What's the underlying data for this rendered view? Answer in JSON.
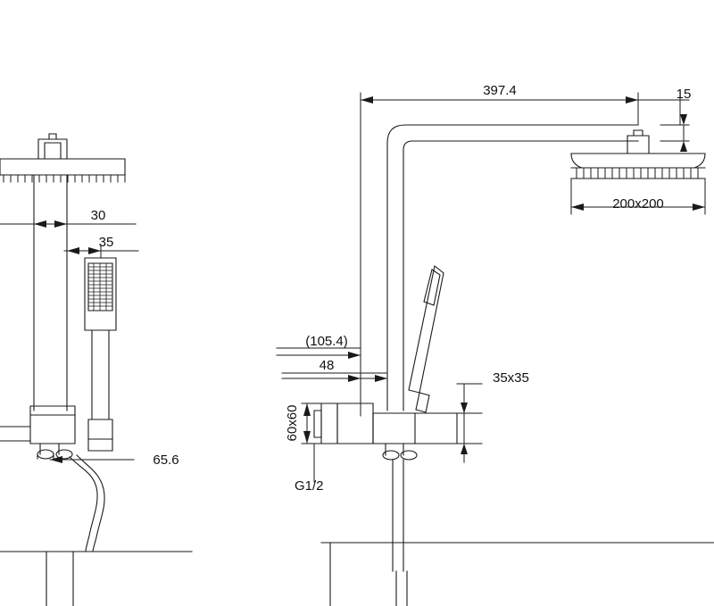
{
  "drawing": {
    "title": "Shower column technical drawing",
    "units_note": "",
    "line_color": "#1a1a1a",
    "hatch_color": "#1a1a1a",
    "background": "#ffffff",
    "views": [
      {
        "name": "side-view",
        "label": ""
      },
      {
        "name": "front-view",
        "label": ""
      }
    ]
  },
  "dimensions": {
    "side_view": [
      {
        "name": "dim-30",
        "value": "30"
      },
      {
        "name": "dim-35",
        "value": "35"
      },
      {
        "name": "dim-65-6",
        "value": "65.6"
      }
    ],
    "front_view": [
      {
        "name": "dim-397-4",
        "value": "397.4"
      },
      {
        "name": "dim-15",
        "value": "15"
      },
      {
        "name": "dim-200x200",
        "value": "200x200"
      },
      {
        "name": "dim-105-4",
        "value": "(105.4)"
      },
      {
        "name": "dim-48",
        "value": "48"
      },
      {
        "name": "dim-35x35",
        "value": "35x35"
      },
      {
        "name": "dim-60x60",
        "value": "60x60"
      },
      {
        "name": "thread-g12",
        "value": "G1/2"
      }
    ]
  }
}
